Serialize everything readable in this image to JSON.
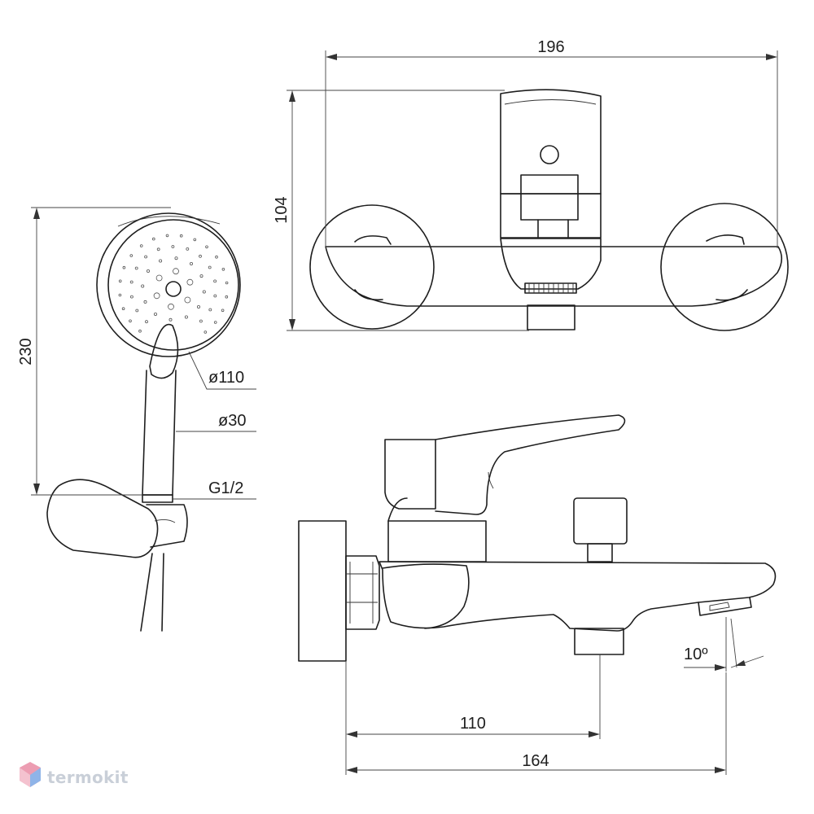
{
  "dimensions": {
    "width_top": "196",
    "height_top": "104",
    "shower_length": "230",
    "head_diameter": "ø110",
    "handle_diameter": "ø30",
    "thread": "G1/2",
    "spout_angle": "10º",
    "outlet_offset": "110",
    "spout_reach": "164"
  },
  "watermark": {
    "brand": "termokit",
    "logo_icon": "hexagon-cube-icon",
    "color": "#c9cfd8"
  }
}
